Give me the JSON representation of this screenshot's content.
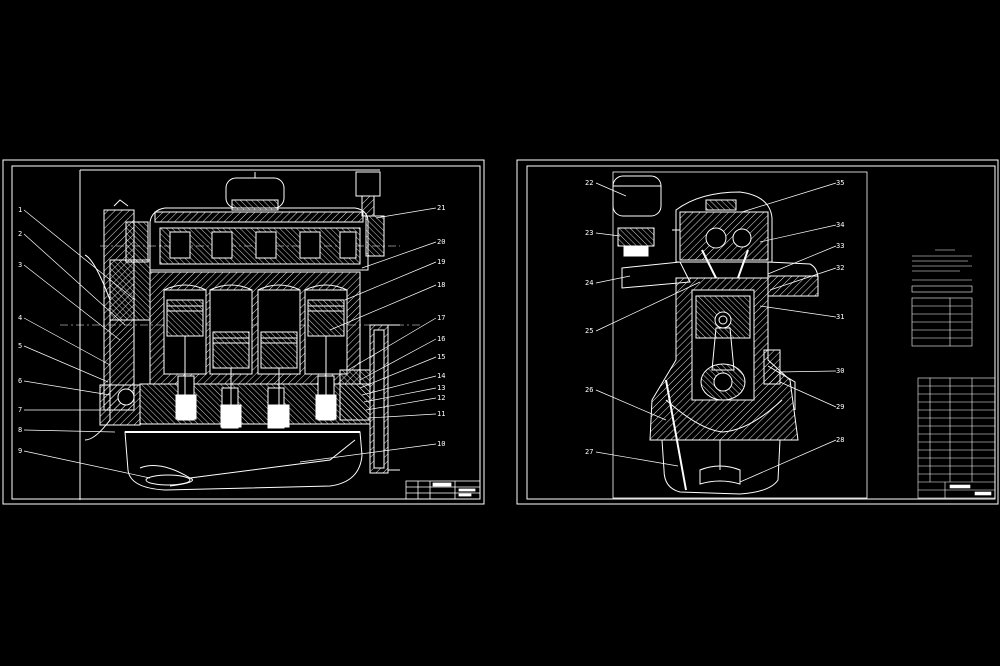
{
  "colors": {
    "background": "#000000",
    "line": "#ffffff"
  },
  "sheet_left": {
    "callouts": [
      "1",
      "2",
      "3",
      "4",
      "5",
      "6",
      "7",
      "8",
      "9",
      "10",
      "11",
      "12",
      "13",
      "14",
      "15",
      "16",
      "17",
      "18",
      "19",
      "20",
      "21"
    ]
  },
  "sheet_right": {
    "callouts": [
      "22",
      "23",
      "24",
      "25",
      "26",
      "27",
      "28",
      "29",
      "30",
      "31",
      "32",
      "33",
      "34",
      "35"
    ]
  }
}
